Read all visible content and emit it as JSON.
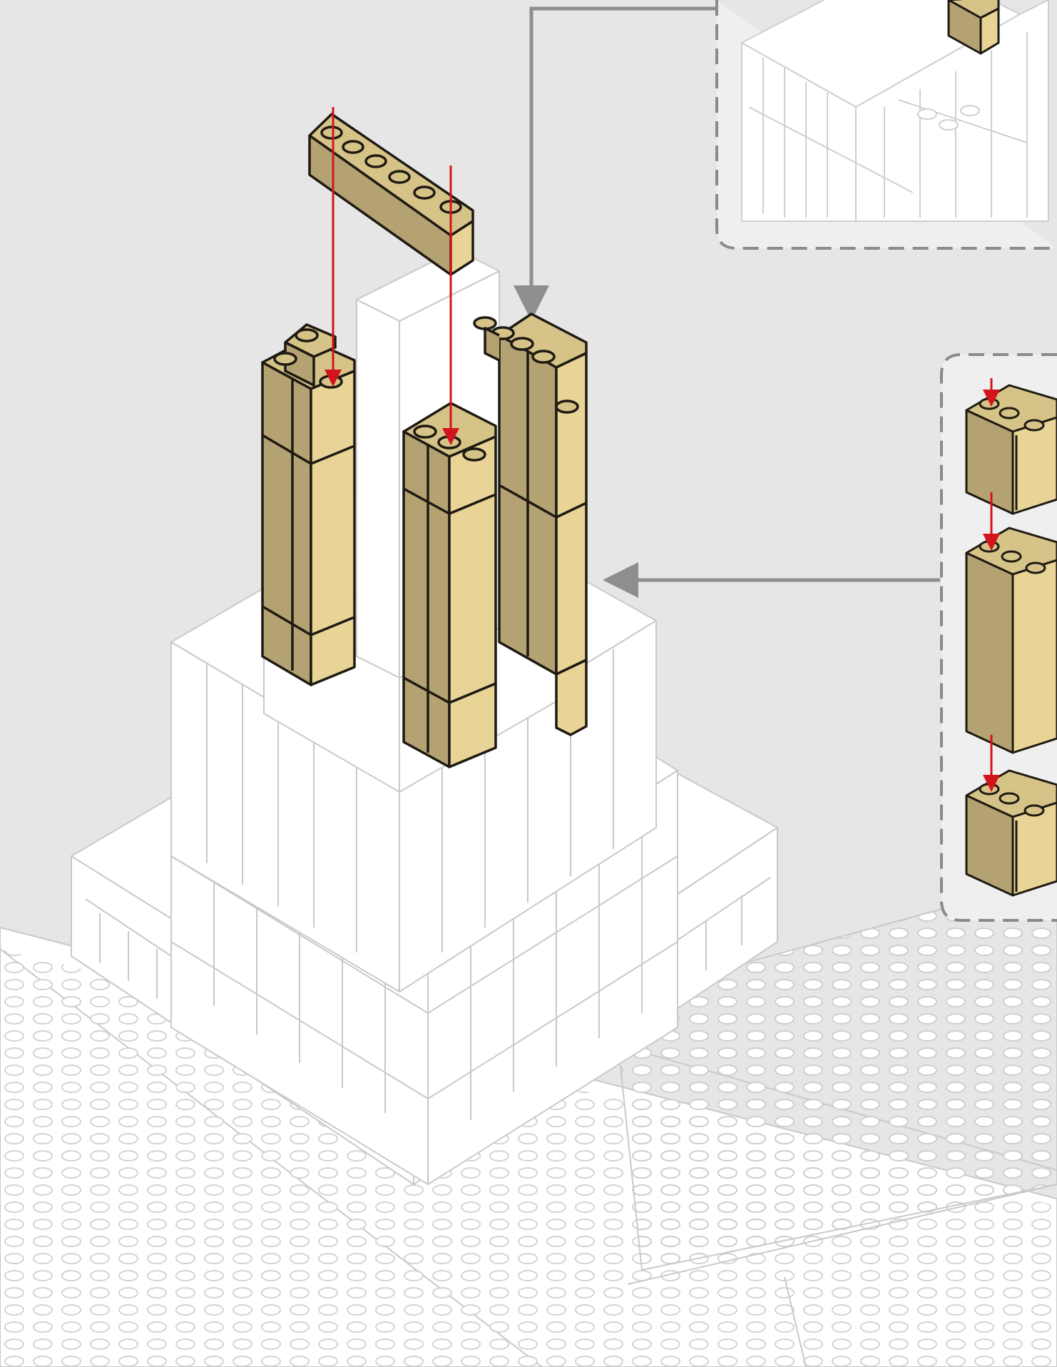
{
  "diagram": {
    "kind": "lego-building-instruction-step",
    "colors": {
      "background": "#e6e6e6",
      "tan": "#b5a273",
      "tan_light": "#e9d497",
      "tan_top": "#d6c388",
      "outline": "#1e1a12",
      "ghost_fill": "#ffffff",
      "ghost_line": "#c9c9c9",
      "red_arrow": "#d4141c",
      "callout_arrow": "#8e8e8e",
      "callout_border": "#8a8a8a",
      "callout_fill": "#efefef"
    },
    "elements": {
      "top_plate": "tan-1x6-brick",
      "columns": [
        "tan-column-left",
        "tan-column-middle",
        "tan-column-right"
      ],
      "ghost_model": "previously-built-white-model",
      "callouts": [
        "callout-top-right-subassembly",
        "callout-right-stack"
      ]
    }
  }
}
